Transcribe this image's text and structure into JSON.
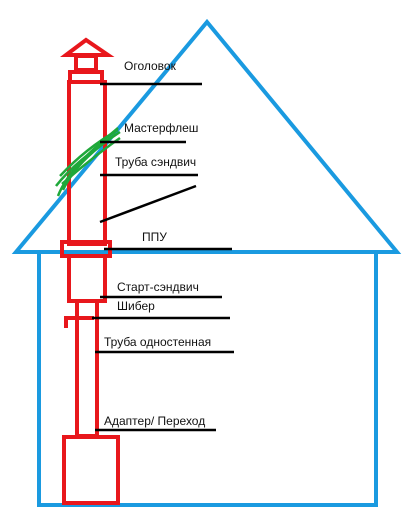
{
  "diagram": {
    "labels": {
      "ogolovok": "Оголовок",
      "masterflesh": "Мастерфлеш",
      "truba_sendvich": "Труба сэндвич",
      "ppu": "ППУ",
      "start_sendvich": "Старт-сэндвич",
      "shiber": "Шибер",
      "truba_odnostennaya": "Труба одностенная",
      "adapter_perehod": "Адаптер/ Переход"
    },
    "colors": {
      "house_outline": "#1a9ae0",
      "chimney": "#e8171c",
      "flashing": "#1fa83a",
      "leader_lines": "#000000",
      "text": "#111111",
      "background": "#ffffff"
    }
  }
}
